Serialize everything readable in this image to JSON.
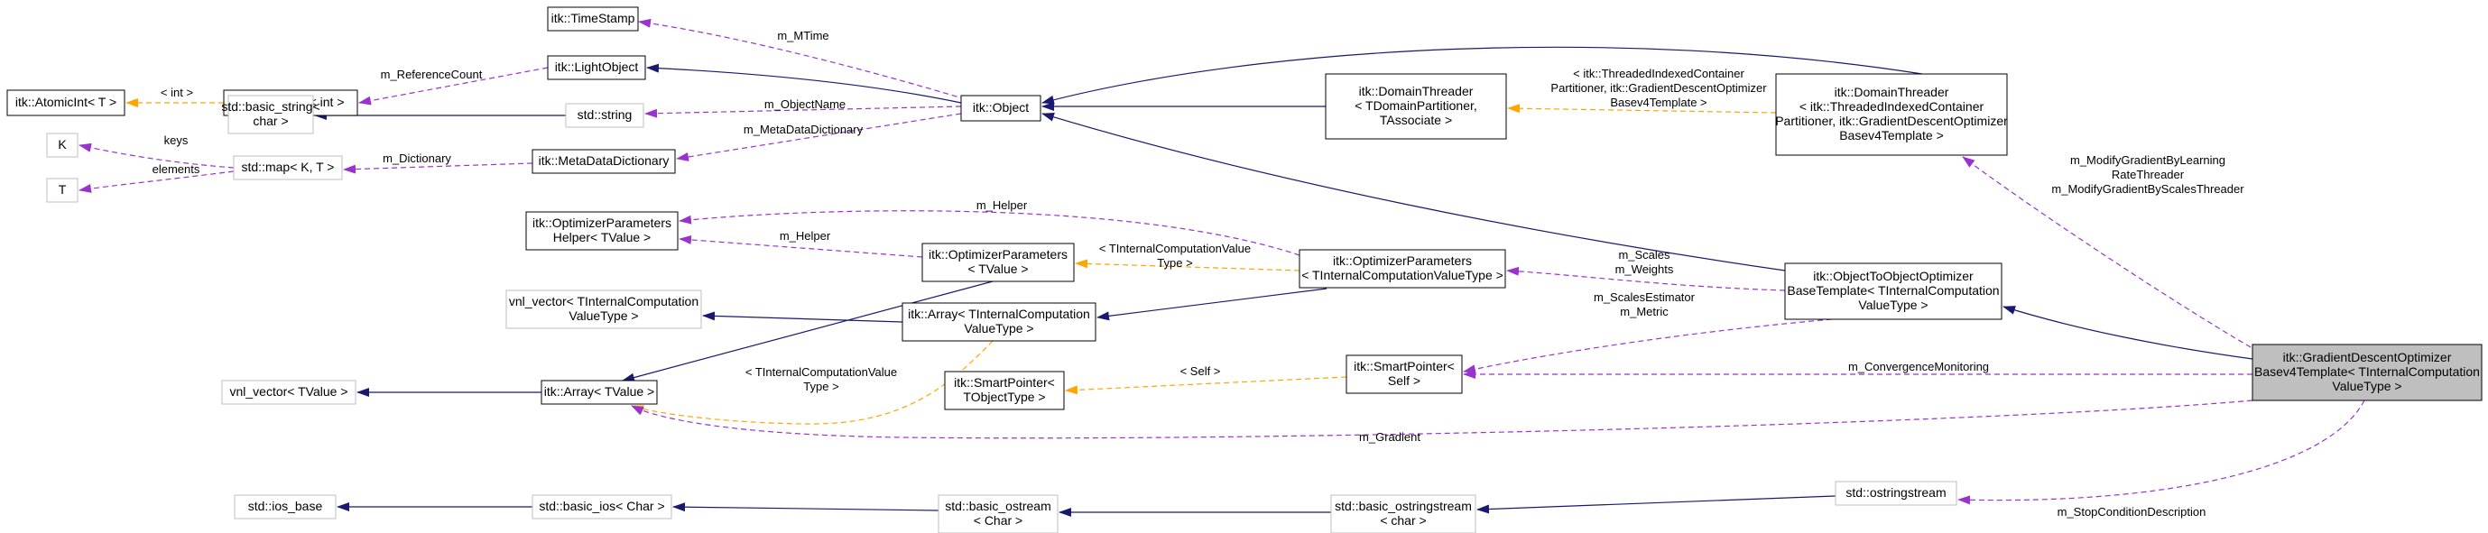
{
  "nodes": {
    "atomic_t": [
      "itk::AtomicInt< T >"
    ],
    "atomic_int": [
      "itk::AtomicInt< int >"
    ],
    "timestamp": [
      "itk::TimeStamp"
    ],
    "lightobject": [
      "itk::LightObject"
    ],
    "basic_string": [
      "std::basic_string<",
      "char >"
    ],
    "std_string": [
      "std::string"
    ],
    "object": [
      "itk::Object"
    ],
    "k": [
      "K"
    ],
    "t": [
      "T"
    ],
    "map": [
      "std::map< K, T >"
    ],
    "metadata": [
      "itk::MetaDataDictionary"
    ],
    "domainthreader_tpl": [
      "itk::DomainThreader",
      "< TDomainPartitioner,",
      "TAssociate >"
    ],
    "domainthreader_inst": [
      "itk::DomainThreader",
      "< itk::ThreadedIndexedContainer",
      "Partitioner, itk::GradientDescentOptimizer",
      "Basev4Template >"
    ],
    "optparamhelper": [
      "itk::OptimizerParameters",
      "Helper< TValue >"
    ],
    "optparams_tvalue": [
      "itk::OptimizerParameters",
      "< TValue >"
    ],
    "optparams_inst": [
      "itk::OptimizerParameters",
      "< TInternalComputationValueType >"
    ],
    "vnl_vector_internal": [
      "vnl_vector< TInternalComputation",
      "ValueType >"
    ],
    "array_internal": [
      "itk::Array< TInternalComputation",
      "ValueType >"
    ],
    "objtoobj": [
      "itk::ObjectToObjectOptimizer",
      "BaseTemplate< TInternalComputation",
      "ValueType >"
    ],
    "vnl_vector_tvalue": [
      "vnl_vector< TValue >"
    ],
    "array_tvalue": [
      "itk::Array< TValue >"
    ],
    "smartptr_tpl": [
      "itk::SmartPointer<",
      "TObjectType >"
    ],
    "smartptr_self": [
      "itk::SmartPointer<",
      "Self >"
    ],
    "main": [
      "itk::GradientDescentOptimizer",
      "Basev4Template< TInternalComputation",
      "ValueType >"
    ],
    "ios_base": [
      "std::ios_base"
    ],
    "basic_ios": [
      "std::basic_ios< Char >"
    ],
    "basic_ostream": [
      "std::basic_ostream",
      "< Char >"
    ],
    "basic_ostringstream": [
      "std::basic_ostringstream",
      "< char >"
    ],
    "ostringstream": [
      "std::ostringstream"
    ]
  },
  "edge_labels": {
    "int": [
      "< int >"
    ],
    "refcount": [
      "m_ReferenceCount"
    ],
    "mtime": [
      "m_MTime"
    ],
    "objectname": [
      "m_ObjectName"
    ],
    "keys": [
      "keys"
    ],
    "elements": [
      "elements"
    ],
    "dictionary": [
      "m_Dictionary"
    ],
    "metadatadictionary": [
      "m_MetaDataDictionary"
    ],
    "threaded_tpl": [
      "< itk::ThreadedIndexedContainer",
      "Partitioner, itk::GradientDescentOptimizer",
      "Basev4Template >"
    ],
    "modify": [
      "m_ModifyGradientByLearning",
      "RateThreader",
      "m_ModifyGradientByScalesThreader"
    ],
    "helper_top": [
      "m_Helper"
    ],
    "helper_mid": [
      "m_Helper"
    ],
    "tinternal_type": [
      "< TInternalComputationValue",
      "Type >"
    ],
    "scales": [
      "m_Scales",
      "m_Weights"
    ],
    "scales_estimator": [
      "m_ScalesEstimator",
      "m_Metric"
    ],
    "tinternal_type2": [
      "< TInternalComputationValue",
      "Type >"
    ],
    "self": [
      "< Self >"
    ],
    "convergence": [
      "m_ConvergenceMonitoring"
    ],
    "gradient": [
      "m_Gradient"
    ],
    "stopcondition": [
      "m_StopConditionDescription"
    ]
  },
  "colors": {
    "inheritance": "#191970",
    "member": "#9a32cd",
    "template": "#ffa500",
    "main_fill": "#bfbfbf",
    "gray_border": "#bfbfbf"
  }
}
